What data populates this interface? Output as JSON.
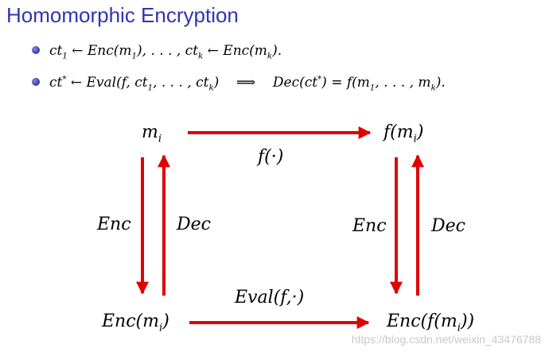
{
  "title": "Homomorphic Encryption",
  "bullets": [
    {
      "pre": "ct",
      "sub": "1",
      "text": " ← Enc(m",
      "sub2": "1",
      "text2": "), . . . , ct",
      "sub3": "k",
      "text3": " ← Enc(m",
      "sub4": "k",
      "text4": ")."
    },
    {
      "text": "ct",
      "sup": "*",
      "text2": " ← Eval(f, ct",
      "sub": "1",
      "text3": ", . . . , ct",
      "sub2": "k",
      "text4": ")    ⟹    Dec(ct",
      "sup2": "*",
      "text5": ") = f(m",
      "sub3": "1",
      "text6": ", . . . , m",
      "sub4": "k",
      "text7": ")."
    }
  ],
  "diagram": {
    "top_left": {
      "base": "m",
      "sub": "i"
    },
    "top_right": {
      "pre": "f(m",
      "sub": "i",
      "post": ")"
    },
    "bottom_left": {
      "pre": "Enc(m",
      "sub": "i",
      "post": ")"
    },
    "bottom_right": {
      "pre": "Enc(f(m",
      "sub": "i",
      "post": "))"
    },
    "top_arrow_label": "f(·)",
    "bottom_arrow_label": "Eval(f,·)",
    "left_enc": "Enc",
    "left_dec": "Dec",
    "right_enc": "Enc",
    "right_dec": "Dec",
    "arrow_color": "#e00000"
  },
  "watermark": "https://blog.csdn.net/weixin_43476788"
}
